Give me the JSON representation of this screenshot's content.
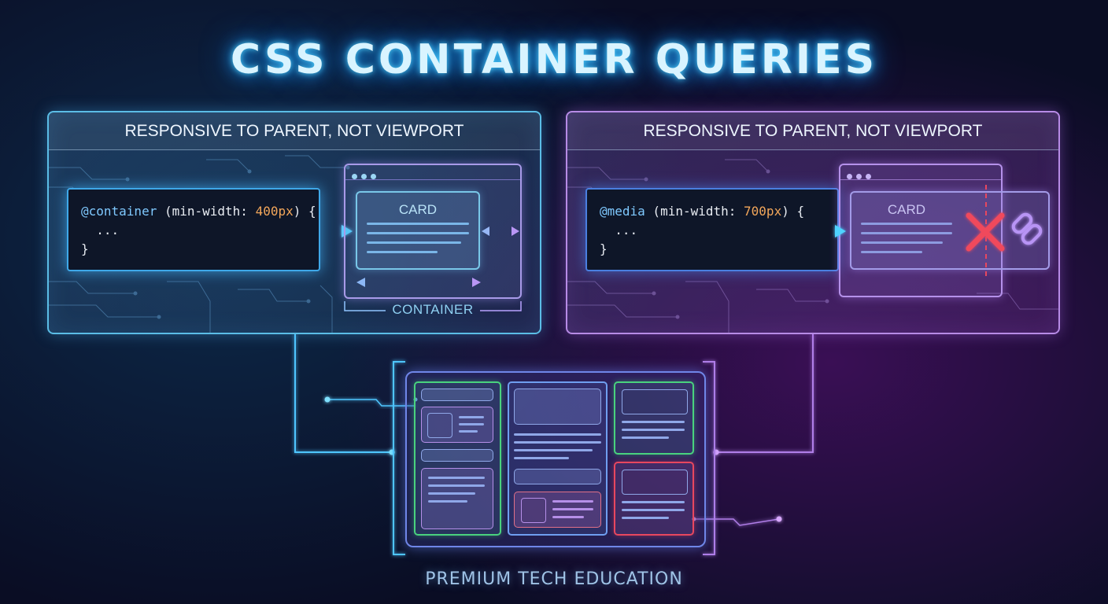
{
  "title": "CSS CONTAINER QUERIES",
  "left_panel": {
    "heading": "RESPONSIVE TO PARENT, NOT VIEWPORT",
    "code_at": "@container",
    "code_cond_open": " (min-width: ",
    "code_num": "400px",
    "code_cond_close": ") {",
    "code_line2": "  ...",
    "code_line3": "}",
    "card_label": "CARD",
    "container_label": "CONTAINER"
  },
  "right_panel": {
    "heading": "RESPONSIVE TO PARENT, NOT VIEWPORT",
    "code_at": "@media",
    "code_cond_open": " (min-width: ",
    "code_num": "700px",
    "code_cond_close": ") {",
    "code_line2": "  ...",
    "code_line3": "}",
    "card_label": "CARD"
  },
  "footer": "PREMIUM TECH EDUCATION",
  "colors": {
    "cyan": "#4fd3ff",
    "purple": "#b78be6",
    "green": "#49d27e",
    "red": "#e8475f"
  }
}
